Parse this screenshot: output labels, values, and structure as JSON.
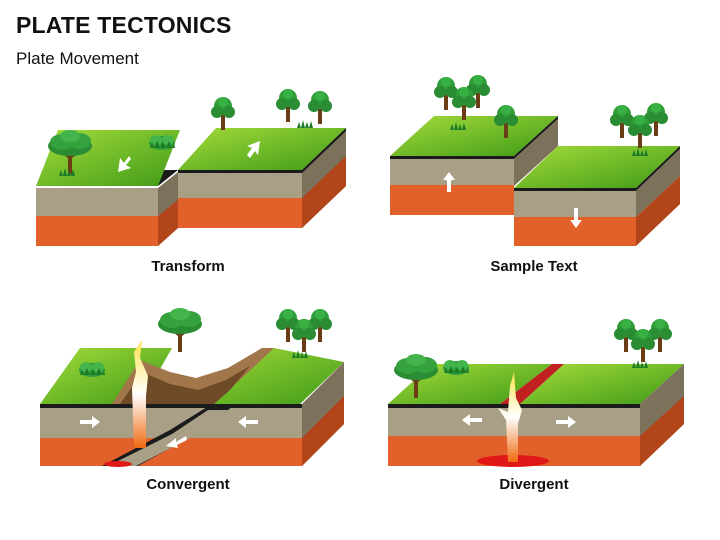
{
  "header": {
    "title": "PLATE TECTONICS",
    "subtitle": "Plate Movement"
  },
  "panels": [
    {
      "id": "transform",
      "caption": "Transform"
    },
    {
      "id": "sample",
      "caption": "Sample Text"
    },
    {
      "id": "convergent",
      "caption": "Convergent"
    },
    {
      "id": "divergent",
      "caption": "Divergent"
    }
  ],
  "colors": {
    "grass_light": "#8ccf2e",
    "grass_dark": "#4c9c1c",
    "earth_top": "#a89f86",
    "earth_side": "#7c715b",
    "mantle": "#e2602a",
    "mantle_side": "#b24519",
    "crust_edge": "#1b1b1b",
    "lava": "#f4a21a",
    "magma": "#e01818",
    "tree_leaves": "#2f9e3a",
    "tree_trunk": "#6b3d16",
    "arrow": "#ffffff"
  }
}
